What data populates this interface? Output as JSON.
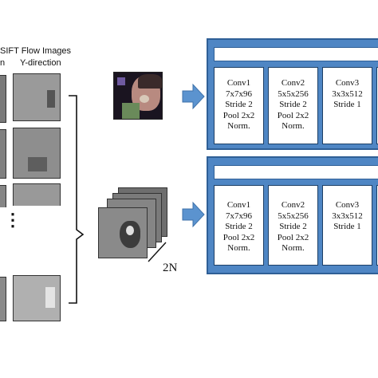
{
  "header": {
    "line1": "SIFT Flow Images",
    "col_x": "n",
    "col_y": "Y-direction"
  },
  "ellipsis": "⋮",
  "stack_label": "2N",
  "streams": [
    {
      "layers": [
        {
          "name": "Conv1",
          "lines": [
            "7x7x96",
            "Stride 2",
            "Pool 2x2",
            "Norm."
          ]
        },
        {
          "name": "Conv2",
          "lines": [
            "5x5x256",
            "Stride 2",
            "Pool 2x2",
            "Norm."
          ]
        },
        {
          "name": "Conv3",
          "lines": [
            "3x3x512",
            "Stride 1",
            "",
            ""
          ]
        }
      ]
    },
    {
      "layers": [
        {
          "name": "Conv1",
          "lines": [
            "7x7x96",
            "Stride 2",
            "Pool 2x2",
            "Norm."
          ]
        },
        {
          "name": "Conv2",
          "lines": [
            "5x5x256",
            "Stride 2",
            "Pool 2x2",
            "Norm."
          ]
        },
        {
          "name": "Conv3",
          "lines": [
            "3x3x512",
            "Stride 1",
            "",
            ""
          ]
        }
      ]
    }
  ],
  "colors": {
    "panel": "#4f86c4",
    "panel_border": "#2f5f96",
    "arrow": "#5b93cf"
  }
}
